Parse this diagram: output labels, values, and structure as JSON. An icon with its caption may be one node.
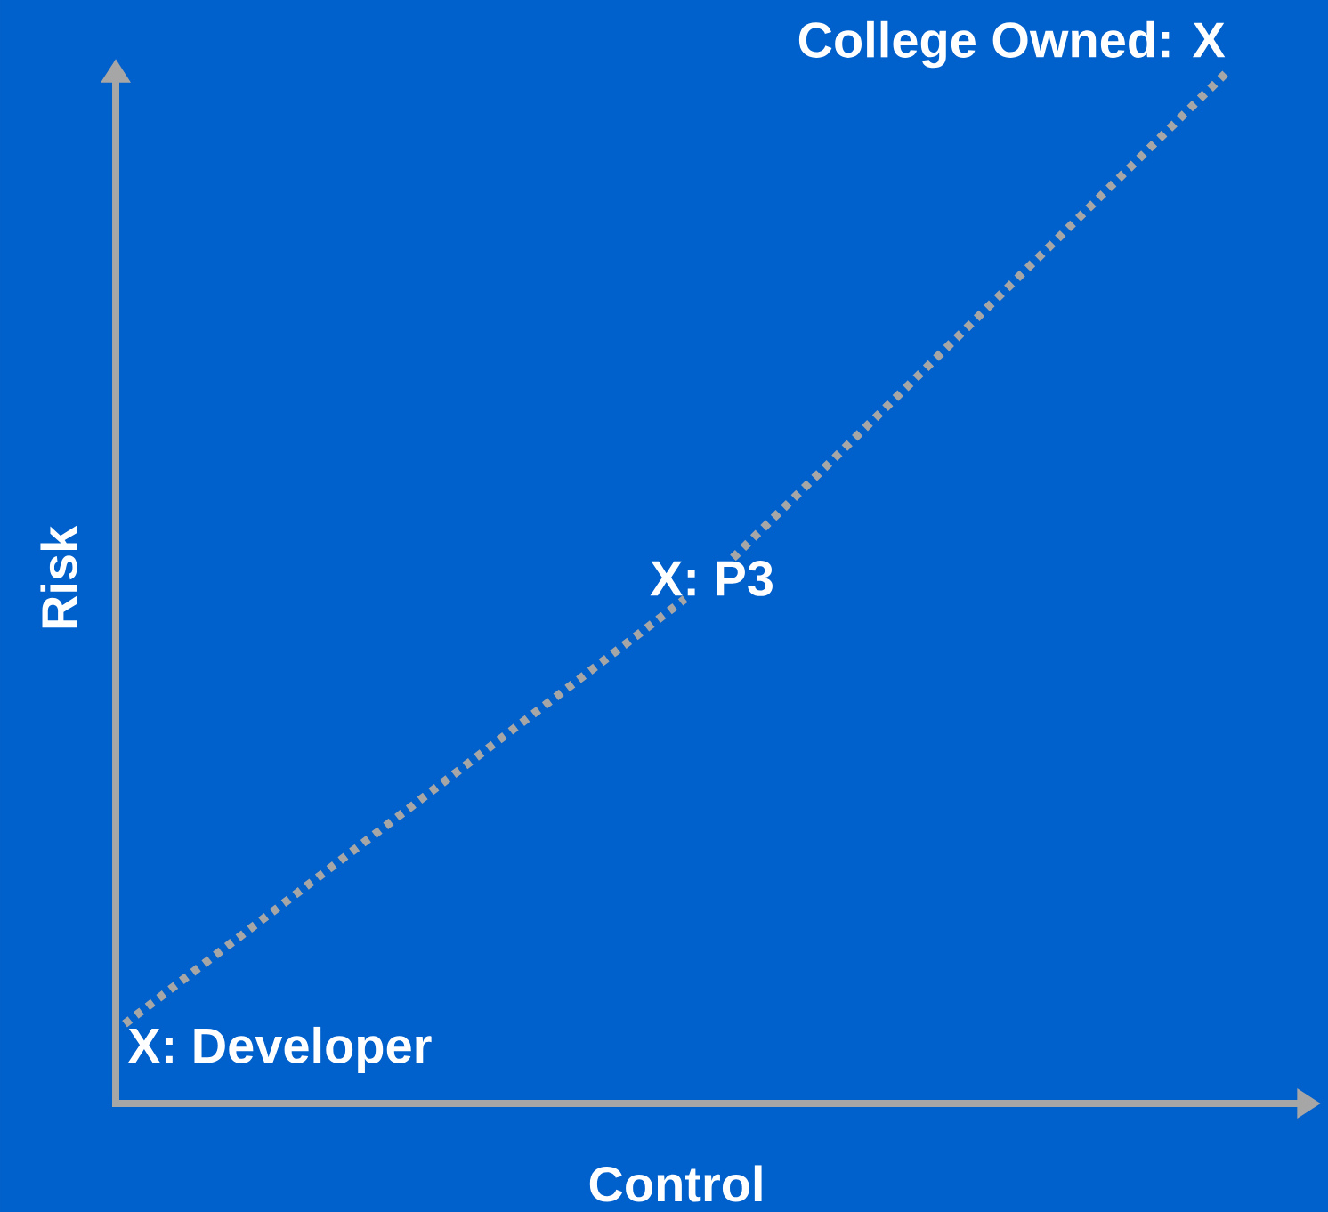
{
  "diagram": {
    "nodes": [
      {
        "text": [
          "X: Developer"
        ]
      },
      {
        "text": [
          "X: P3"
        ]
      },
      {
        "text": [
          "College Owned: X"
        ]
      }
    ],
    "edges": [
      {
        "from": 0,
        "to": 1,
        "arrow": "none",
        "style": "dashed"
      },
      {
        "from": 1,
        "to": 2,
        "arrow": "none",
        "style": "dashed"
      }
    ],
    "labels": [
      "Risk",
      "Control"
    ]
  }
}
